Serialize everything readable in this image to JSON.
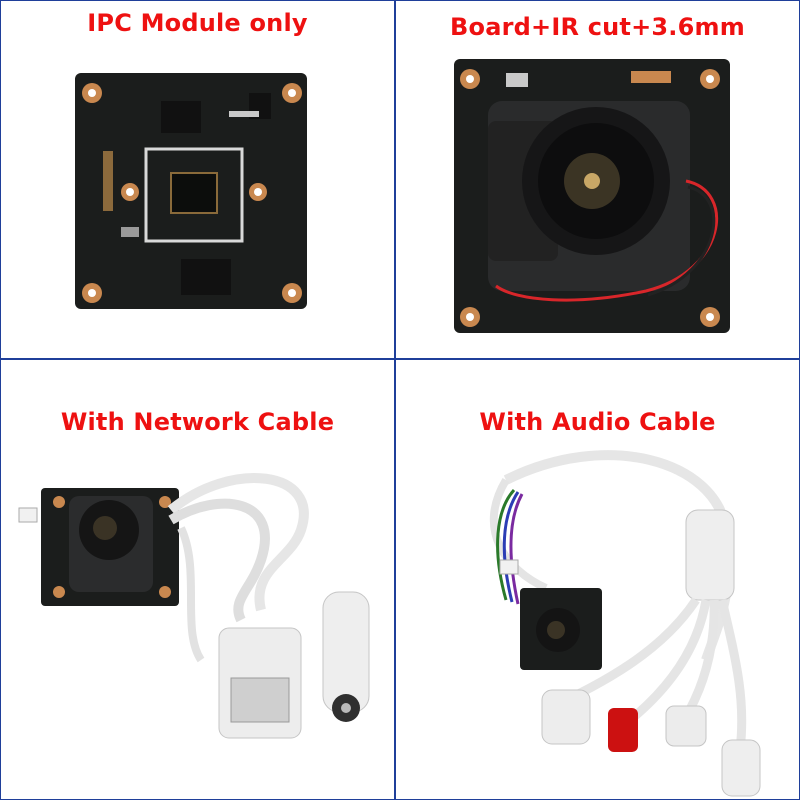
{
  "panels": [
    {
      "caption": "IPC Module only",
      "photo": "bare camera PCB module"
    },
    {
      "caption": "Board+IR cut+3.6mm",
      "photo": "PCB with IR-cut filter and 3.6mm lens"
    },
    {
      "caption": "With Network Cable",
      "photo": "module with RJ45 network and DC power cable"
    },
    {
      "caption": "With Audio Cable",
      "photo": "module with audio RCA and DC cable"
    }
  ],
  "colors": {
    "caption": "#ee1111",
    "divider": "#1f3f9a",
    "pcb": "#1b1d1c",
    "cable": "#e6e6e6"
  }
}
